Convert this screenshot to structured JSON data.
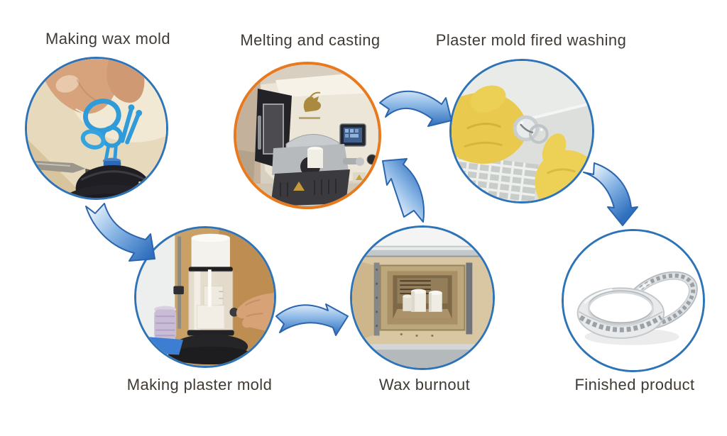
{
  "diagram": {
    "background": "#ffffff",
    "steps": [
      {
        "id": "making-wax-mold",
        "label": "Making wax mold",
        "label_position": "top",
        "ring_color": "#2e73b6"
      },
      {
        "id": "melting-and-casting",
        "label": "Melting and casting",
        "label_position": "top",
        "ring_color": "#e8791d"
      },
      {
        "id": "plaster-mold-fired-washing",
        "label": "Plaster mold fired washing",
        "label_position": "top",
        "ring_color": "#2e73b6"
      },
      {
        "id": "making-plaster-mold",
        "label": "Making plaster mold",
        "label_position": "bottom",
        "ring_color": "#2e73b6"
      },
      {
        "id": "wax-burnout",
        "label": "Wax burnout",
        "label_position": "bottom",
        "ring_color": "#2e73b6"
      },
      {
        "id": "finished-product",
        "label": "Finished product",
        "label_position": "bottom",
        "ring_color": "#2e73b6"
      }
    ],
    "flow_order": [
      "making-wax-mold",
      "making-plaster-mold",
      "wax-burnout",
      "melting-and-casting",
      "plaster-mold-fired-washing",
      "finished-product"
    ],
    "arrows": [
      {
        "from": "making-wax-mold",
        "to": "making-plaster-mold",
        "direction": "down-right"
      },
      {
        "from": "making-plaster-mold",
        "to": "wax-burnout",
        "direction": "right"
      },
      {
        "from": "wax-burnout",
        "to": "melting-and-casting",
        "direction": "up-left"
      },
      {
        "from": "melting-and-casting",
        "to": "plaster-mold-fired-washing",
        "direction": "right"
      },
      {
        "from": "plaster-mold-fired-washing",
        "to": "finished-product",
        "direction": "down"
      }
    ],
    "colors": {
      "arrow_stroke": "#2a65ad",
      "arrow_gradient_light": "#f3f8fd",
      "arrow_gradient_dark": "#2f6fbe",
      "circle_border_blue": "#2e73b6",
      "circle_border_orange": "#e8791d",
      "label_text": "#403a35"
    }
  }
}
